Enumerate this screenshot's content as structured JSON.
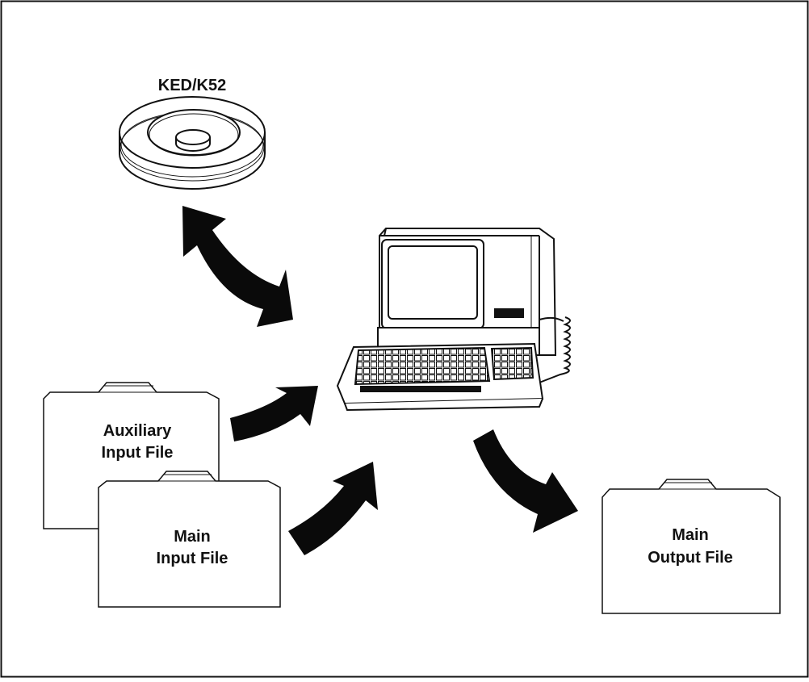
{
  "disk": {
    "label": "KED/K52"
  },
  "files": {
    "auxiliary_input": {
      "line1": "Auxiliary",
      "line2": "Input File"
    },
    "main_input": {
      "line1": "Main",
      "line2": "Input File"
    },
    "main_output": {
      "line1": "Main",
      "line2": "Output File"
    }
  },
  "colors": {
    "ink": "#111111",
    "paper": "#ffffff",
    "arrow": "#0a0a0a"
  },
  "icons": [
    "disk-pack-icon",
    "terminal-icon",
    "file-folder-icon",
    "arrow-icon"
  ]
}
